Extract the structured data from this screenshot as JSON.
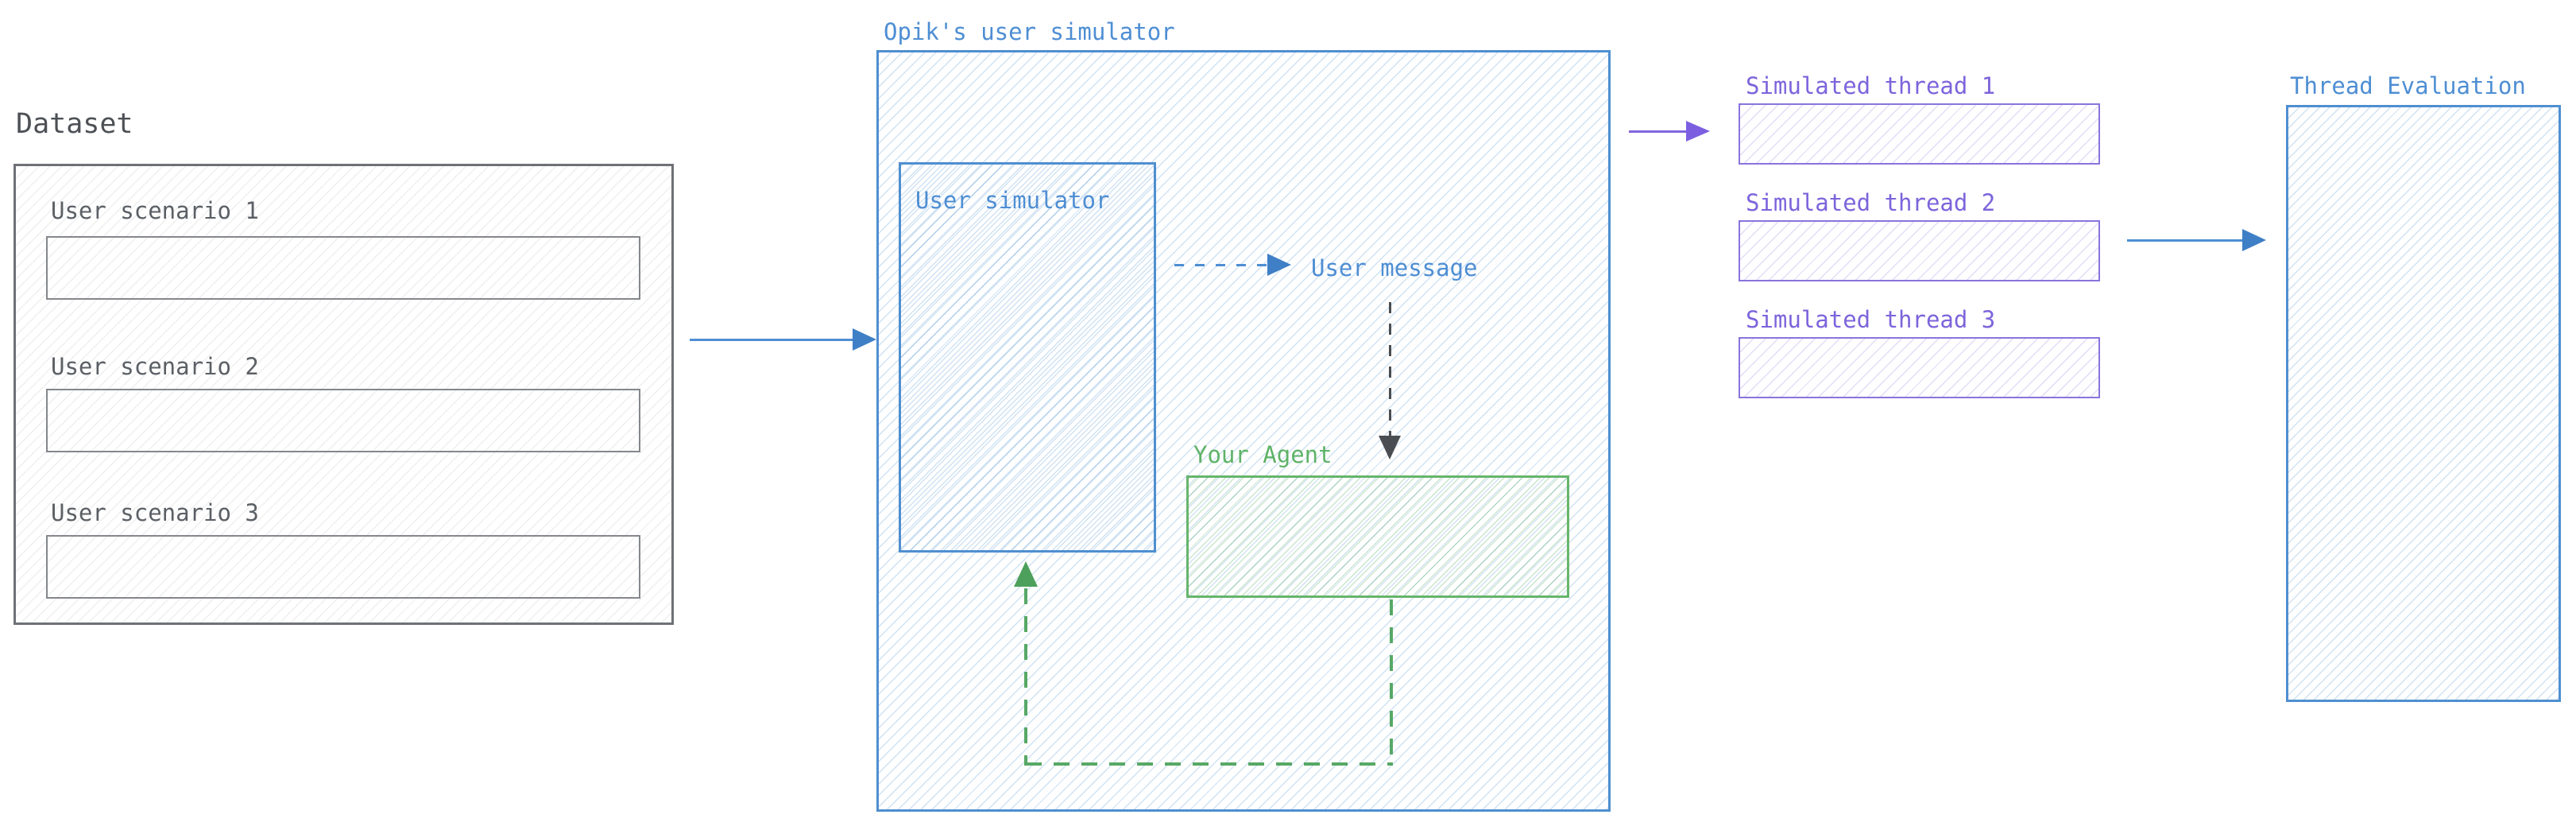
{
  "dataset": {
    "title": "Dataset",
    "scenarios": [
      {
        "label": "User scenario 1"
      },
      {
        "label": "User scenario 2"
      },
      {
        "label": "User scenario 3"
      }
    ]
  },
  "simulator": {
    "title": "Opik's user simulator",
    "user_simulator_label": "User simulator",
    "user_message_label": "User message",
    "agent_label": "Your Agent"
  },
  "threads": {
    "items": [
      {
        "label": "Simulated thread 1"
      },
      {
        "label": "Simulated thread 2"
      },
      {
        "label": "Simulated thread 3"
      }
    ]
  },
  "evaluation": {
    "title": "Thread Evaluation"
  },
  "colors": {
    "blue_accent": "#4e8ed3",
    "green_accent": "#5fb368",
    "purple_accent": "#7d64db",
    "dark_arrow": "#4a4e52",
    "gray_text": "#5b6066",
    "gray_border": "#6e7176"
  }
}
